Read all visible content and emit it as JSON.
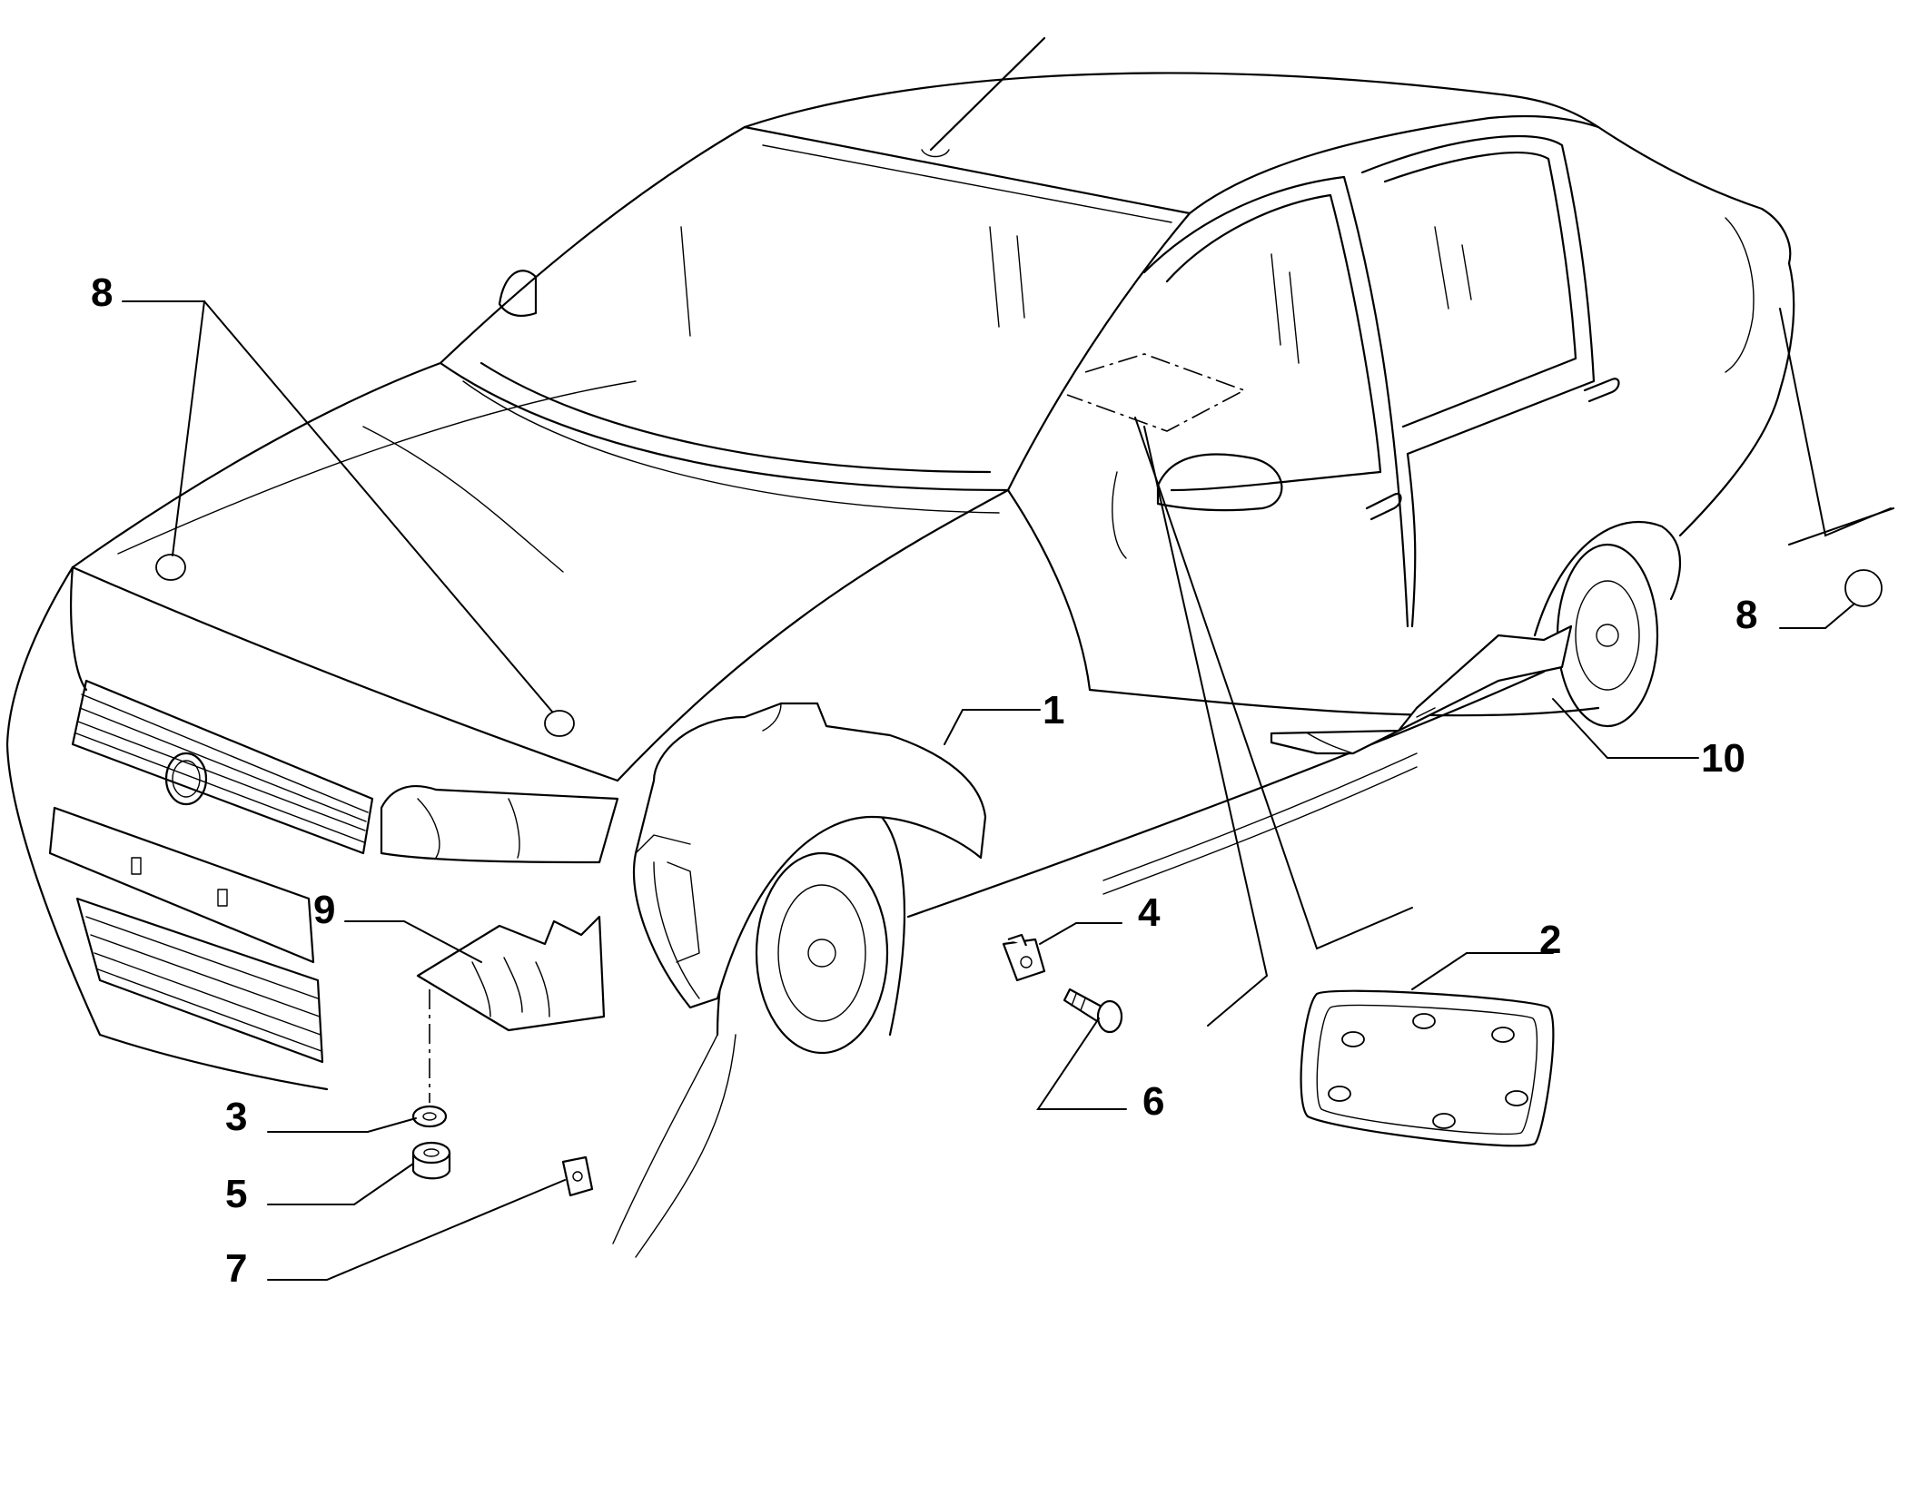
{
  "diagram": {
    "callouts": [
      {
        "id": "label-1",
        "text": "1"
      },
      {
        "id": "label-2",
        "text": "2"
      },
      {
        "id": "label-3",
        "text": "3"
      },
      {
        "id": "label-4",
        "text": "4"
      },
      {
        "id": "label-5",
        "text": "5"
      },
      {
        "id": "label-6",
        "text": "6"
      },
      {
        "id": "label-7",
        "text": "7"
      },
      {
        "id": "label-8-front",
        "text": "8"
      },
      {
        "id": "label-8-rear",
        "text": "8"
      },
      {
        "id": "label-9",
        "text": "9"
      },
      {
        "id": "label-10",
        "text": "10"
      }
    ]
  }
}
